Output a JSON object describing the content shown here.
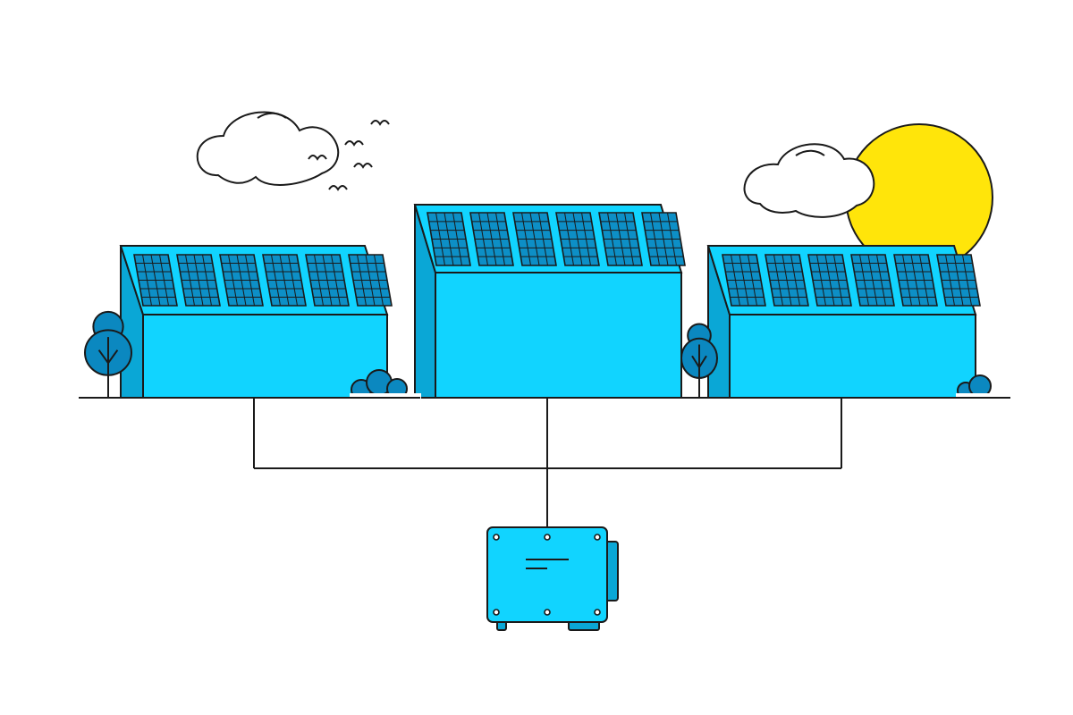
{
  "scene": {
    "kind": "solar-energy-illustration",
    "text_labels": []
  },
  "colors": {
    "background": "#ffffff",
    "building": "#11d4ff",
    "building_side": "#0aa7d6",
    "panel": "#0d8fc6",
    "tree": "#0b88c0",
    "sun": "#ffe50a",
    "stroke": "#1a1a1a",
    "inverter": "#11d4ff"
  },
  "buildings": [
    {
      "name": "left-building",
      "panel_count": 6
    },
    {
      "name": "center-building",
      "panel_count": 6
    },
    {
      "name": "right-building",
      "panel_count": 6
    }
  ],
  "icons": {
    "sun": "sun-icon",
    "cloud": "cloud-icon",
    "birds": "bird-icon",
    "tree": "tree-icon",
    "bush": "bush-icon",
    "inverter": "solar-inverter-icon"
  }
}
